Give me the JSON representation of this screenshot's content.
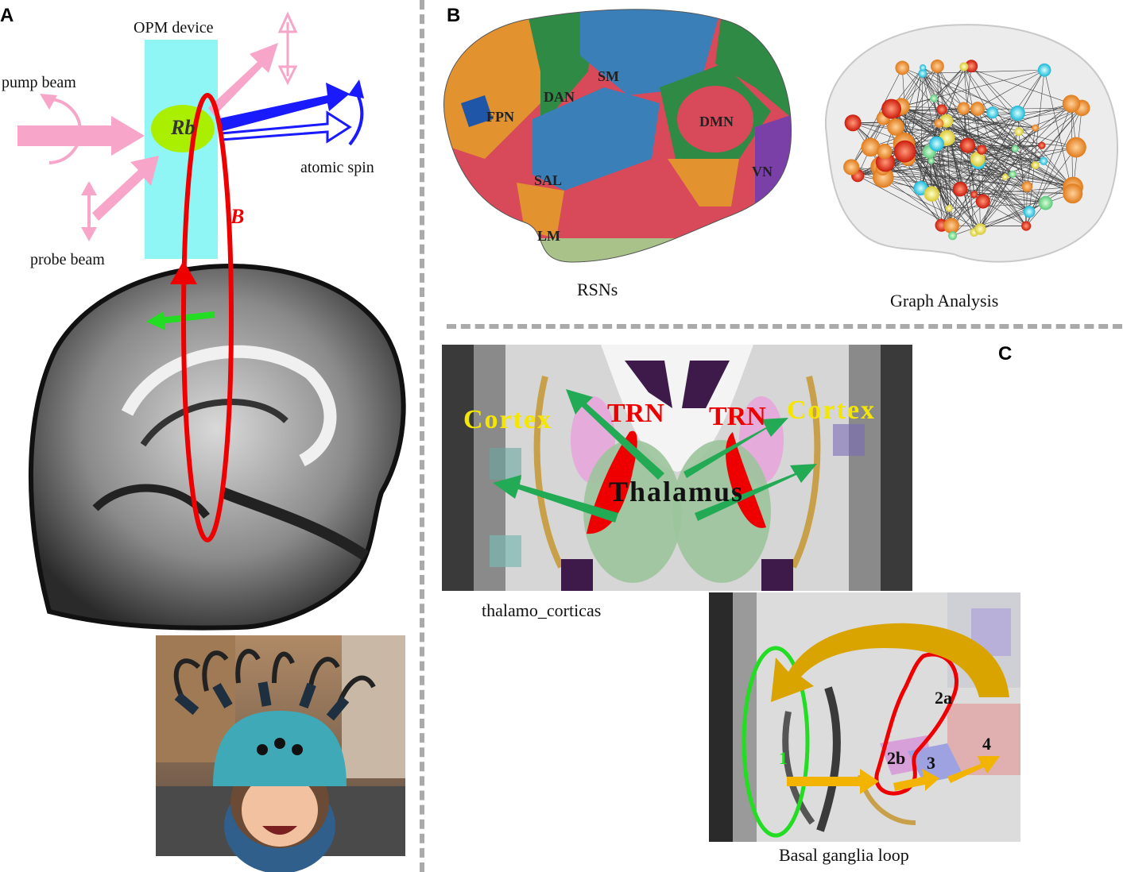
{
  "panels": {
    "a": "A",
    "b": "B",
    "c": "C"
  },
  "panel_a": {
    "device_label": "OPM device",
    "pump_label": "pump beam",
    "probe_label": "probe beam",
    "rb_label": "Rb",
    "spin_label": "atomic spin",
    "field_label": "B"
  },
  "panel_b": {
    "networks": {
      "fpn": "FPN",
      "dan": "DAN",
      "sm": "SM",
      "dmn": "DMN",
      "sal": "SAL",
      "vn": "VN",
      "lm": "LM"
    },
    "caption_rsn": "RSNs",
    "caption_graph": "Graph Analysis"
  },
  "panel_c": {
    "cortex_left": "Cortex",
    "cortex_right": "Cortex",
    "trn_left": "TRN",
    "trn_right": "TRN",
    "thalamus": "Thalamus",
    "caption_thal": "thalamo_corticas",
    "loop": {
      "n1": "1",
      "n2a": "2a",
      "n2b": "2b",
      "n3": "3",
      "n4": "4"
    },
    "caption_bg": "Basal ganglia loop"
  },
  "colors": {
    "device": "#8ff5f5",
    "pump": "#f7a6c9",
    "spin": "#1a1aff",
    "field": "#ee0000",
    "rb": "#aaee00",
    "thal_arrow": "#22aa55",
    "cortex_text": "#f5e600",
    "loop_arrow": "#e8a800"
  }
}
